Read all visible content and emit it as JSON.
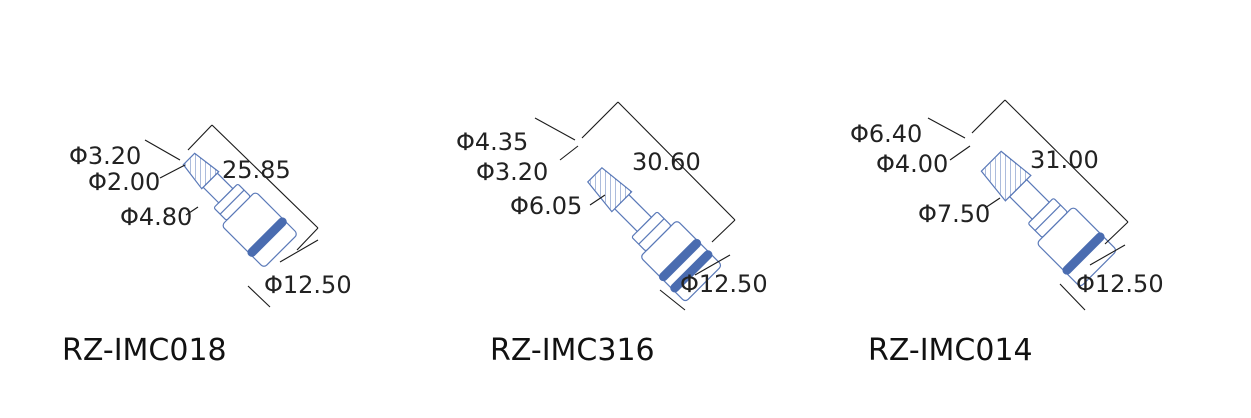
{
  "colors": {
    "outline": "#5a79b8",
    "oring": "#4a6cb0",
    "dimension_line": "#1a1a1a",
    "text": "#222222"
  },
  "parts": [
    {
      "model": "RZ-IMC018",
      "dims": {
        "tip_outer": "Φ3.20",
        "tip_inner": "Φ2.00",
        "length": "25.85",
        "neck": "Φ4.80",
        "base": "Φ12.50"
      },
      "o_rings": 1
    },
    {
      "model": "RZ-IMC316",
      "dims": {
        "tip_outer": "Φ4.35",
        "tip_inner": "Φ3.20",
        "length": "30.60",
        "neck": "Φ6.05",
        "base": "Φ12.50"
      },
      "o_rings": 2
    },
    {
      "model": "RZ-IMC014",
      "dims": {
        "tip_outer": "Φ6.40",
        "tip_inner": "Φ4.00",
        "length": "31.00",
        "neck": "Φ7.50",
        "base": "Φ12.50"
      },
      "o_rings": 1
    }
  ]
}
